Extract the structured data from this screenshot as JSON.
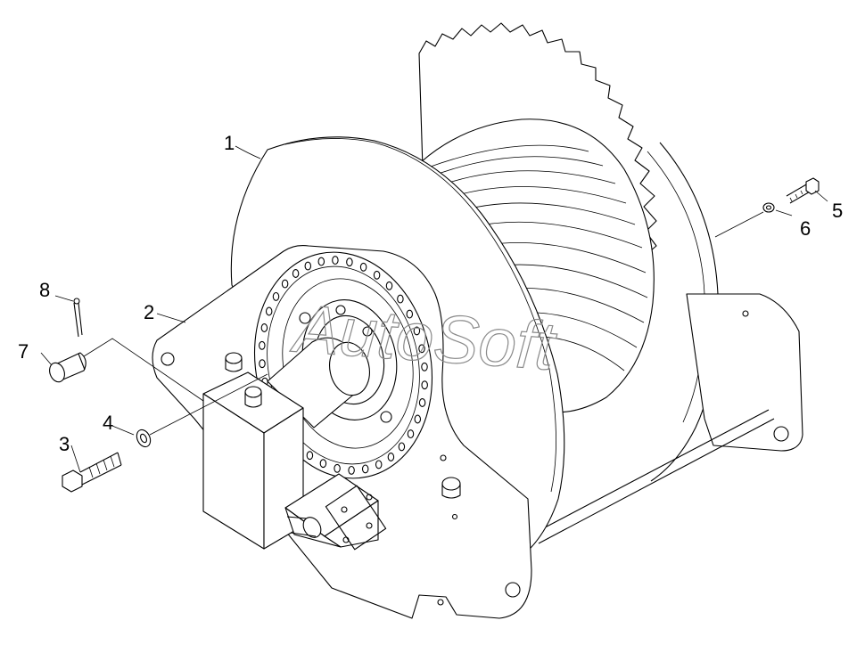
{
  "watermark": "AutoSoft",
  "callouts": [
    {
      "id": "c1",
      "label": "1"
    },
    {
      "id": "c2",
      "label": "2"
    },
    {
      "id": "c3",
      "label": "3"
    },
    {
      "id": "c4",
      "label": "4"
    },
    {
      "id": "c5",
      "label": "5"
    },
    {
      "id": "c6",
      "label": "6"
    },
    {
      "id": "c7",
      "label": "7"
    },
    {
      "id": "c8",
      "label": "8"
    }
  ]
}
